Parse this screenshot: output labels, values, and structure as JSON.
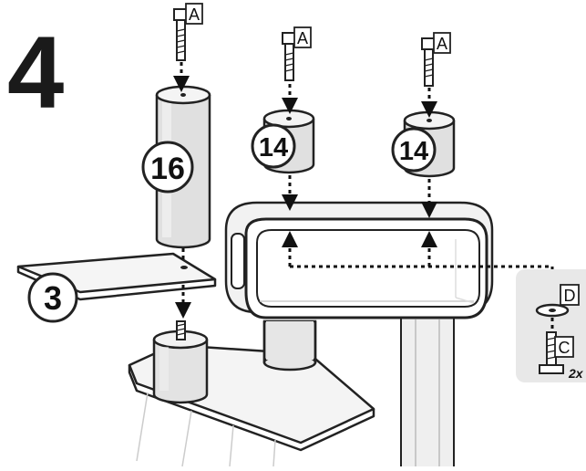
{
  "step": {
    "number": "4"
  },
  "parts": {
    "a": "A",
    "c": "C",
    "d": "D",
    "tube_long": "16",
    "tube_short_1": "14",
    "tube_short_2": "14",
    "platform": "3"
  },
  "inset": {
    "quantity": "2x"
  }
}
